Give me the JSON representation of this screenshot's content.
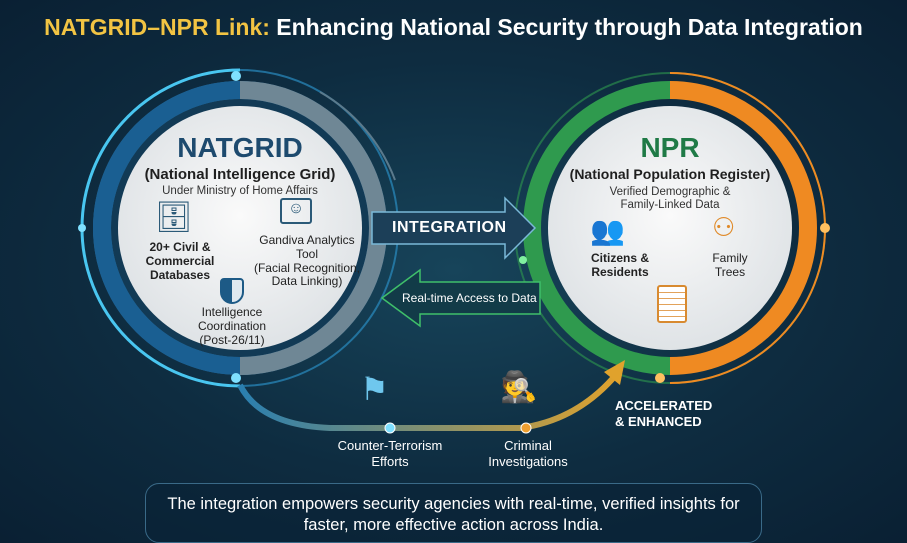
{
  "title": {
    "highlight": "NATGRID–NPR Link:",
    "rest": " Enhancing National Security through Data Integration"
  },
  "natgrid": {
    "name": "NATGRID",
    "full_name": "(National Intelligence Grid)",
    "ministry": "Under Ministry of Home Affairs",
    "items": [
      {
        "icon": "database-icon",
        "label": "20+ Civil & Commercial Databases"
      },
      {
        "icon": "facial-recognition-monitor-icon",
        "label": "Gandiva Analytics Tool",
        "detail": "(Facial Recognition, Data Linking)"
      },
      {
        "icon": "shield-icon",
        "label": "Intelligence Coordination",
        "detail": "(Post-26/11)"
      }
    ]
  },
  "npr": {
    "name": "NPR",
    "full_name": "(National Population Register)",
    "description": "Verified Demographic & Family-Linked Data",
    "items": [
      {
        "icon": "people-group-icon",
        "label": "Citizens & Residents"
      },
      {
        "icon": "family-tree-icon",
        "label": "Family Trees"
      },
      {
        "icon": "certificate-scroll-icon",
        "label": ""
      }
    ]
  },
  "arrows": {
    "integration": "INTEGRATION",
    "realtime": "Real-time Access to Data"
  },
  "outcomes": [
    {
      "icon": "soldier-flag-icon",
      "label": "Counter-Terrorism Efforts"
    },
    {
      "icon": "detective-magnifier-icon",
      "label": "Criminal Investigations"
    }
  ],
  "accelerated": "ACCELERATED & ENHANCED",
  "footer": "The integration empowers security agencies with real-time, verified insights for faster, more effective action across India.",
  "colors": {
    "accent_yellow": "#f2c443",
    "natgrid_blue": "#1d4a6e",
    "npr_green": "#2f9a4e",
    "npr_orange": "#ef8a22",
    "background": "#0e2c40"
  }
}
